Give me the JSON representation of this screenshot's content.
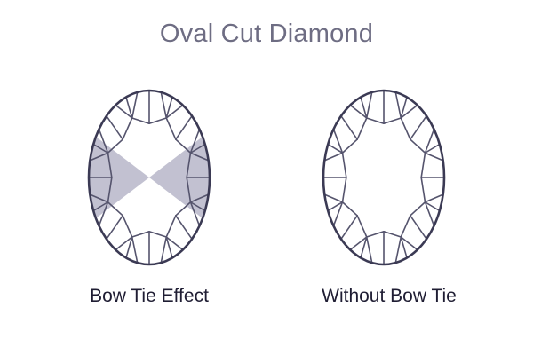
{
  "title": "Oval Cut Diamond",
  "diagrams": [
    {
      "caption": "Bow Tie Effect",
      "bow_tie": true
    },
    {
      "caption": "Without Bow Tie",
      "bow_tie": false
    }
  ],
  "colors": {
    "title": "#6e6d83",
    "caption": "#1f1d33",
    "outline": "#3b3a54",
    "facet": "#55546d",
    "bow_tie_shade": "#c2c1d1"
  }
}
